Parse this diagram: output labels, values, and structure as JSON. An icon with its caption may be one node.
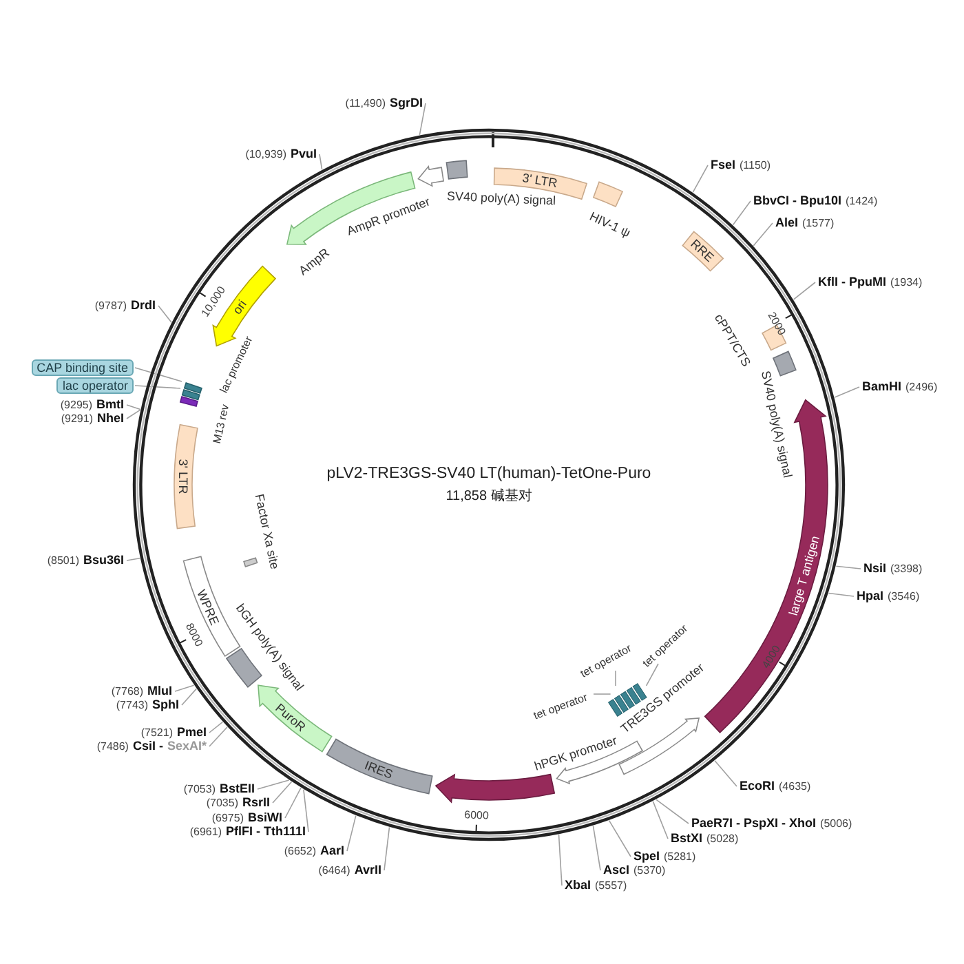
{
  "diagram": {
    "title": "pLV2-TRE3GS-SV40 LT(human)-TetOne-Puro",
    "nodes": [
      {
        "text": [],
        "shape": "circle"
      },
      {
        "text": [
          "3' LTR"
        ],
        "in": 0
      },
      {
        "text": [],
        "shape": "box",
        "beside": [
          "HIV-1 ψ"
        ],
        "in": 0
      },
      {
        "text": [
          "RRE"
        ],
        "in": 0
      },
      {
        "text": [],
        "shape": "box",
        "in": 0
      },
      {
        "text": [],
        "shape": "box",
        "in": 0
      },
      {
        "text": [
          "large T antigen"
        ],
        "in": 0
      },
      {
        "text": [],
        "shape": "arrow",
        "beside": [
          "TRE3GS promoter"
        ],
        "in": 0
      },
      {
        "text": [],
        "shape": "arrow",
        "beside": [
          "hPGK promoter"
        ],
        "in": 0
      },
      {
        "text": [],
        "shape": "bar",
        "in": 0
      },
      {
        "text": [],
        "shape": "arrow",
        "in": 0
      },
      {
        "text": [
          "IRES"
        ],
        "in": 0
      },
      {
        "text": [
          "PuroR"
        ],
        "in": 0
      },
      {
        "text": [],
        "shape": "box",
        "beside": [
          "bGH poly(A) signal"
        ],
        "in": 0
      },
      {
        "text": [
          "WPRE"
        ],
        "in": 0
      },
      {
        "text": [],
        "shape": "bar",
        "beside": [
          "Factor Xa site"
        ],
        "in": 0
      },
      {
        "text": [
          "3' LTR"
        ],
        "in": 0
      },
      {
        "text": [],
        "shape": "bar",
        "in": 0
      },
      {
        "text": [],
        "shape": "bar",
        "in": 0
      },
      {
        "text": [],
        "shape": "bar",
        "in": 0
      },
      {
        "text": [
          "ori"
        ],
        "in": 0
      },
      {
        "text": [],
        "shape": "arrow",
        "beside": [
          "AmpR"
        ],
        "in": 0
      },
      {
        "text": [],
        "shape": "arrow",
        "in": 0
      },
      {
        "text": [],
        "shape": "box",
        "in": 0
      },
      {
        "text": [
          "tet operator"
        ],
        "in": 0
      },
      {
        "text": [
          "tet operator"
        ],
        "in": 0
      },
      {
        "text": [
          "tet operator"
        ],
        "in": 0
      },
      {
        "text": [
          "CAP binding site"
        ]
      },
      {
        "text": [
          "lac operator"
        ]
      },
      {
        "text": [
          "FseI",
          "(1150)"
        ]
      },
      {
        "text": [
          "BbvCI - Bpu10I",
          "(1424)"
        ]
      },
      {
        "text": [
          "AleI",
          "(1577)"
        ]
      },
      {
        "text": [
          "KflI - PpuMI",
          "(1934)"
        ]
      },
      {
        "text": [
          "BamHI",
          "(2496)"
        ]
      },
      {
        "text": [
          "NsiI",
          "(3398)"
        ]
      },
      {
        "text": [
          "HpaI",
          "(3546)"
        ]
      },
      {
        "text": [
          "EcoRI",
          "(4635)"
        ]
      },
      {
        "text": [
          "PaeR7I - PspXI - XhoI",
          "(5006)"
        ]
      },
      {
        "text": [
          "BstXI",
          "(5028)"
        ]
      },
      {
        "text": [
          "SpeI",
          "(5281)"
        ]
      },
      {
        "text": [
          "AscI",
          "(5370)"
        ]
      },
      {
        "text": [
          "XbaI",
          "(5557)"
        ]
      },
      {
        "text": [
          "(6464)",
          "AvrII"
        ]
      },
      {
        "text": [
          "(6652)",
          "AarI"
        ]
      },
      {
        "text": [
          "(6961)",
          "PflFI - Tth111I"
        ]
      },
      {
        "text": [
          "(6975)",
          "BsiWI"
        ]
      },
      {
        "text": [
          "(7035)",
          "RsrII"
        ]
      },
      {
        "text": [
          "(7053)",
          "BstEII"
        ]
      },
      {
        "text": [
          "(7486)",
          "CsiI -",
          "SexAI*"
        ]
      },
      {
        "text": [
          "(7521)",
          "PmeI"
        ]
      },
      {
        "text": [
          "(7743)",
          "SphI"
        ]
      },
      {
        "text": [
          "(7768)",
          "MluI"
        ]
      },
      {
        "text": [
          "(8501)",
          "Bsu36I"
        ]
      },
      {
        "text": [
          "(9291)",
          "NheI"
        ]
      },
      {
        "text": [
          "(9295)",
          "BmtI"
        ]
      },
      {
        "text": [
          "(9787)",
          "DrdI"
        ]
      },
      {
        "text": [
          "(10,939)",
          "PvuI"
        ]
      },
      {
        "text": [
          "(11,490)",
          "SgrDI"
        ]
      }
    ],
    "edges": [
      {
        "from": 24,
        "to": 9,
        "arrow": "none"
      },
      {
        "from": 25,
        "to": 9,
        "arrow": "none"
      },
      {
        "from": 26,
        "to": 9,
        "arrow": "none"
      },
      {
        "from": 27,
        "to": 19,
        "arrow": "none"
      },
      {
        "from": 28,
        "to": 18,
        "arrow": "none"
      },
      {
        "from": 29,
        "to": 0,
        "arrow": "none"
      },
      {
        "from": 30,
        "to": 0,
        "arrow": "none"
      },
      {
        "from": 31,
        "to": 0,
        "arrow": "none"
      },
      {
        "from": 32,
        "to": 0,
        "arrow": "none"
      },
      {
        "from": 33,
        "to": 0,
        "arrow": "none"
      },
      {
        "from": 34,
        "to": 0,
        "arrow": "none"
      },
      {
        "from": 35,
        "to": 0,
        "arrow": "none"
      },
      {
        "from": 36,
        "to": 0,
        "arrow": "none"
      },
      {
        "from": 37,
        "to": 0,
        "arrow": "none"
      },
      {
        "from": 38,
        "to": 0,
        "arrow": "none"
      },
      {
        "from": 39,
        "to": 0,
        "arrow": "none"
      },
      {
        "from": 40,
        "to": 0,
        "arrow": "none"
      },
      {
        "from": 41,
        "to": 0,
        "arrow": "none"
      },
      {
        "from": 42,
        "to": 0,
        "arrow": "none"
      },
      {
        "from": 43,
        "to": 0,
        "arrow": "none"
      },
      {
        "from": 44,
        "to": 0,
        "arrow": "none"
      },
      {
        "from": 45,
        "to": 0,
        "arrow": "none"
      },
      {
        "from": 46,
        "to": 0,
        "arrow": "none"
      },
      {
        "from": 47,
        "to": 0,
        "arrow": "none"
      },
      {
        "from": 48,
        "to": 0,
        "arrow": "none"
      },
      {
        "from": 49,
        "to": 0,
        "arrow": "none"
      },
      {
        "from": 50,
        "to": 0,
        "arrow": "none"
      },
      {
        "from": 51,
        "to": 0,
        "arrow": "none"
      },
      {
        "from": 52,
        "to": 0,
        "arrow": "none"
      },
      {
        "from": 53,
        "to": 0,
        "arrow": "none"
      },
      {
        "from": 54,
        "to": 0,
        "arrow": "none"
      },
      {
        "from": 55,
        "to": 0,
        "arrow": "none"
      },
      {
        "from": 56,
        "to": 0,
        "arrow": "none"
      },
      {
        "from": 57,
        "to": 0,
        "arrow": "none"
      }
    ],
    "labels": [
      "2000",
      "4000",
      "6000",
      "8000",
      "10,000",
      "11,858 碱基对",
      "SV40 poly(A) signal",
      "cPPT/CTS",
      "SV40 poly(A) signal",
      "lac promoter",
      "M13 rev",
      "AmpR promoter"
    ]
  }
}
